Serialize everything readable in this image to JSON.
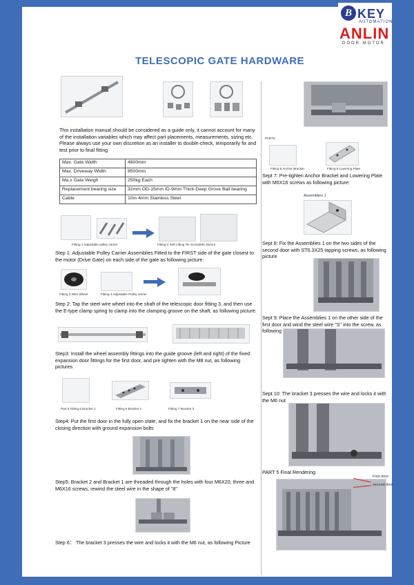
{
  "logo": {
    "b_letter": "B",
    "key": "KEY",
    "automation": "AUTOMATION",
    "anlin": "ANLIN",
    "door_motor": "DOOR MOTOR"
  },
  "title": "TELESCOPIC GATE HARDWARE",
  "intro": "This installation manual should be considered as a guide only, it cannot account for many of the installation variables which may affect part placements, measurements, sizing etc. Please always use your own discretion as an installer to double-check, temporarily fix and test prior to final fitting",
  "specs": [
    {
      "key": "Max. Gate Width",
      "value": "4600mm"
    },
    {
      "key": "Max. Driveway Width",
      "value": "8500mm"
    },
    {
      "key": "Ma.x Gate Weigh",
      "value": "250kg Each"
    },
    {
      "key": "Replacement bearing size",
      "value": "32mm OD-15mm ID-9mm Thick-Deep Grove Ball bearing"
    },
    {
      "key": "Cable",
      "value": "10m 4mm Stainless Steel"
    }
  ],
  "captions": {
    "fitting1": "Fitting 1 Adjustable pulley carrier",
    "fitting2": "Fitting 2 Soft Lifting Tie Screw(M6 25mm)",
    "fitting3": "Fitting 3 Wire Wheel",
    "fitting4": "Fitting 4 Adjustable Pulley carrier",
    "fitting5": "Part 5 Fitting 5 Bracket 1",
    "fitting6": "Fitting 6 Bracket 2",
    "fitting7": "Fitting 7 Bracket 3",
    "part6": "PART6",
    "fitting8": "Fitting 8 Anchor Bracket",
    "fitting9": "Fitting 9 Lowering Plate",
    "assemblies1": "Assemblies 1",
    "first_door": "First door",
    "second_door": "second door"
  },
  "steps": {
    "step1": "Step 1: Adjustable Pulley Carrier Assemblies Fitted to the FIRST side of the gate closest to the motor (Drive Gate) on each side of the gate as following picture:",
    "step2": "Step 2: Tap the steel wire wheel into the shaft of the telescopic door fitting 3, and then use the E-type clamp spring to clamp into the clamping groove on the shaft, as following picture:",
    "step3": "Step3: Install the wheel assembly fittings into the guide groove (left and right) of the fixed expansion door fittings for the first door, and pre tighten with the M8 nut, as following pictures",
    "step4": "Step4: Put the first door in the fully open state, and fix the bracket 1 on the near side of the closing direction with ground expansion bolts",
    "step5": "Step5: Bracket 2 and Bracket 1 are threaded through the holes with four M6X20, three and M6X16 screws,   rewind the steel wire in the shape of \"8\"",
    "step6": "Step 6： The bracket 3 presses the wire and locks it with the M6 nut, as following Picture",
    "step7": "Sept 7: Pre-tighten Anchor Bracket and Lowering Plate with M6X16 screws as following picture:",
    "step8": "Sept 8: Fix the Assemblies 1 on the two sides of the second door with ST6.3X25 tapping screws, as following picture",
    "step9": "Sept 9: Place the Assemblies 1 on the other side of the first door and wind the steel wire \"S\" into the screw, as following picture",
    "step10": "Sept 10: The bracket 3 presses the wire and locks it with the M6 nut",
    "part5": "PART 5 Final Rendering"
  }
}
